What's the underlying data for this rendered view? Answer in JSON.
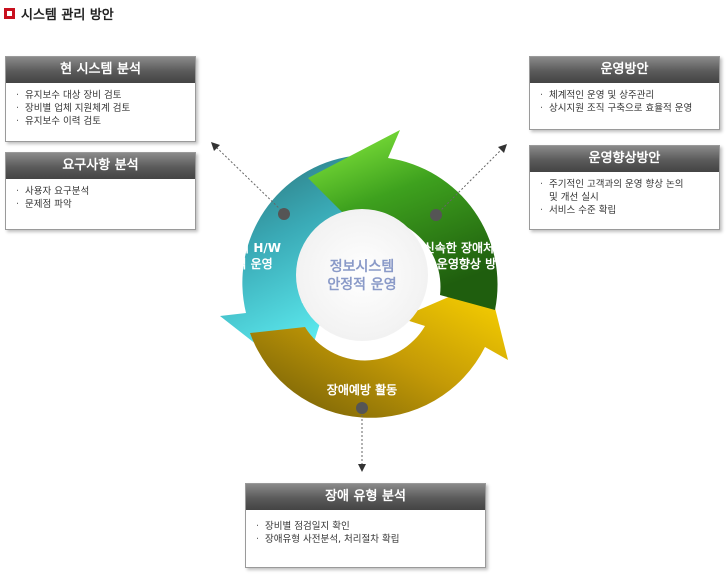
{
  "page_title": "시스템 관리 방안",
  "boxes": {
    "current_analysis": {
      "title": "현 시스템 분석",
      "items": [
        "유지보수 대상 장비 검토",
        "장비별 업체 지원체계 검토",
        "유지보수 이력 검토"
      ]
    },
    "requirements": {
      "title": "요구사항 분석",
      "items": [
        "사용자 요구분석",
        "문제점 파악"
      ]
    },
    "operation_plan": {
      "title": "운영방안",
      "items": [
        "체계적인 운영 및 상주관리",
        "상시지원 조직 구축으로 효율적 운영"
      ]
    },
    "improvement_plan": {
      "title": "운영향상방안",
      "items": [
        "주기적인 고객과의 운영 향상 논의",
        "및 개선 실시",
        "서비스 수준 확립"
      ]
    },
    "failure_analysis": {
      "title": "장애 유형 분석",
      "items": [
        "장비별 점검일지 확인",
        "장애유형 사전분석, 처리절차 확립"
      ]
    }
  },
  "cycle": {
    "center_line1": "정보시스템",
    "center_line2": "안정적 운영",
    "left_line1": "전산장비 H/W",
    "left_line2": "안정적 운영",
    "right_line1": "신속한 장애처리 및",
    "right_line2": "운영향상 방안",
    "bottom": "장애예방 활동"
  },
  "colors": {
    "accent_red": "#c8101e",
    "green": "#5cc82a",
    "teal": "#40c8d8",
    "gold": "#e0b000",
    "header_gray": "#5a5a5a",
    "center_text": "#8a9ac8"
  }
}
